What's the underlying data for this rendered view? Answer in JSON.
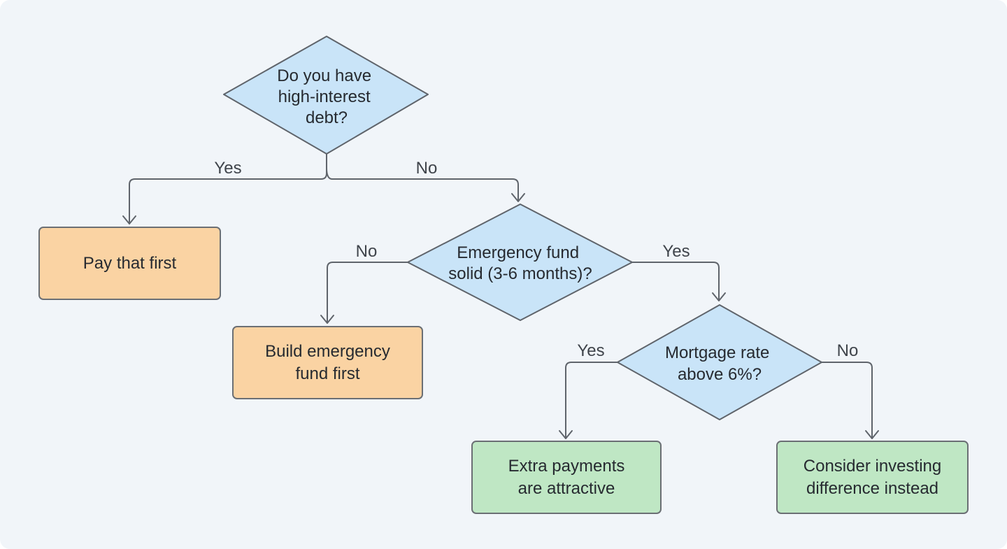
{
  "decisions": {
    "high_interest_debt": {
      "lines": [
        "Do you have",
        "high-interest",
        "debt?"
      ]
    },
    "emergency_fund": {
      "lines": [
        "Emergency fund",
        "solid (3-6 months)?"
      ]
    },
    "mortgage_rate": {
      "lines": [
        "Mortgage rate",
        "above 6%?"
      ]
    }
  },
  "outcomes": {
    "pay_that_first": {
      "lines": [
        "Pay that first"
      ]
    },
    "build_emergency_fund": {
      "lines": [
        "Build emergency",
        "fund first"
      ]
    },
    "extra_payments": {
      "lines": [
        "Extra payments",
        "are attractive"
      ]
    },
    "consider_investing": {
      "lines": [
        "Consider investing",
        "difference instead"
      ]
    }
  },
  "edge_labels": {
    "debt_yes": "Yes",
    "debt_no": "No",
    "fund_no": "No",
    "fund_yes": "Yes",
    "mortgage_yes": "Yes",
    "mortgage_no": "No"
  },
  "colors": {
    "decision_fill": "#c9e4f8",
    "warning_fill": "#fad3a3",
    "positive_fill": "#bfe7c4",
    "stroke": "#5f646b",
    "background": "#f1f5f9"
  }
}
